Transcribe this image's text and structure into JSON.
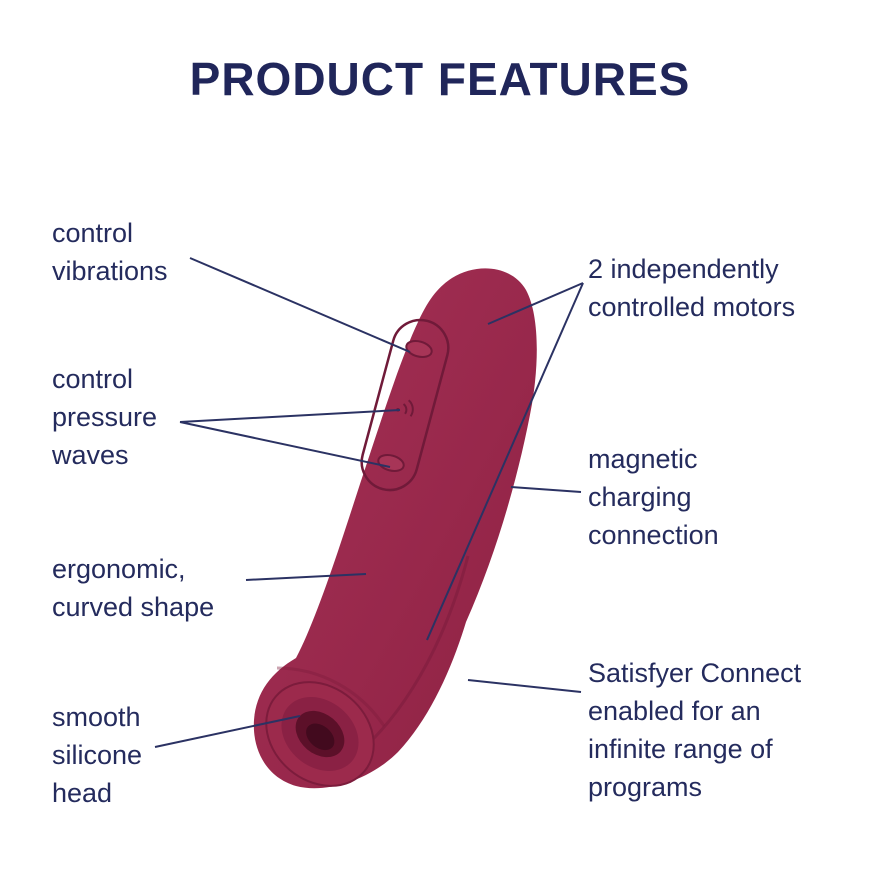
{
  "title": "PRODUCT FEATURES",
  "callouts": {
    "control_vibrations": "control\nvibrations",
    "control_pressure_waves": "control\npressure\nwaves",
    "ergonomic_curved_shape": "ergonomic,\ncurved shape",
    "smooth_silicone_head": "smooth\nsilicone\nhead",
    "independent_motors": "2 independently\ncontrolled motors",
    "magnetic_charging": "magnetic\ncharging\nconnection",
    "satisfyer_connect": "Satisfyer Connect\nenabled for an\ninfinite range of\nprograms"
  },
  "icons": {
    "wave": "pressure-wave-arcs"
  },
  "colors": {
    "text_navy": "#242b5d",
    "line_navy": "#2b3263",
    "body_rose": "#9c2a4c",
    "body_shadow": "#701a39",
    "opening_dark": "#420a1e",
    "background": "#ffffff"
  }
}
